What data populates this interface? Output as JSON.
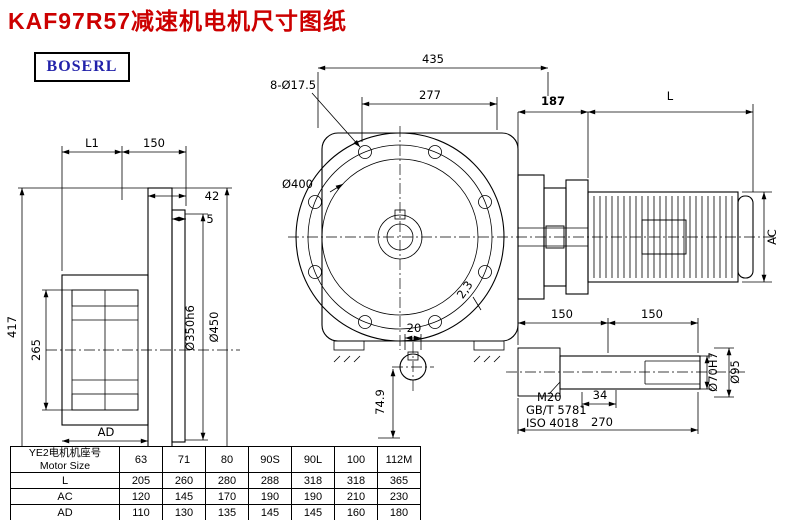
{
  "page": {
    "title": "KAF97R57减速机电机尺寸图纸",
    "logo": "BOSERL"
  },
  "colors": {
    "title_red": "#cc0000",
    "logo_blue": "#2222aa",
    "line": "#000000"
  },
  "dims": {
    "top_overall": "435",
    "top_277": "277",
    "top_187": "187",
    "top_L": "L",
    "ac": "AC",
    "bolt_holes": "8-Ø17.5",
    "flange_dia": "Ø400",
    "l1": "L1",
    "left_150": "150",
    "left_42": "42",
    "left_5": "5",
    "left_417": "417",
    "left_265": "265",
    "left_d350": "Ø350h6",
    "left_d450": "Ø450",
    "left_ad": "AD",
    "key_20": "20",
    "height_749": "74.9",
    "shaft_150_a": "150",
    "shaft_150_b": "150",
    "shaft_m20": "M20",
    "shaft_gbt": "GB/T 5781",
    "shaft_iso": "ISO 4018",
    "shaft_34": "34",
    "shaft_270": "270",
    "shaft_d70": "Ø70H7",
    "shaft_d95": "Ø95",
    "note_23": "2,3"
  },
  "table": {
    "header": {
      "line1": "YE2电机机座号",
      "line2": "Motor Size"
    },
    "columns": [
      "63",
      "71",
      "80",
      "90S",
      "90L",
      "100",
      "112M"
    ],
    "rows": [
      {
        "label": "L",
        "values": [
          "205",
          "260",
          "280",
          "288",
          "318",
          "318",
          "365"
        ]
      },
      {
        "label": "AC",
        "values": [
          "120",
          "145",
          "170",
          "190",
          "190",
          "210",
          "230"
        ]
      },
      {
        "label": "AD",
        "values": [
          "110",
          "130",
          "135",
          "145",
          "145",
          "160",
          "180"
        ]
      }
    ]
  }
}
